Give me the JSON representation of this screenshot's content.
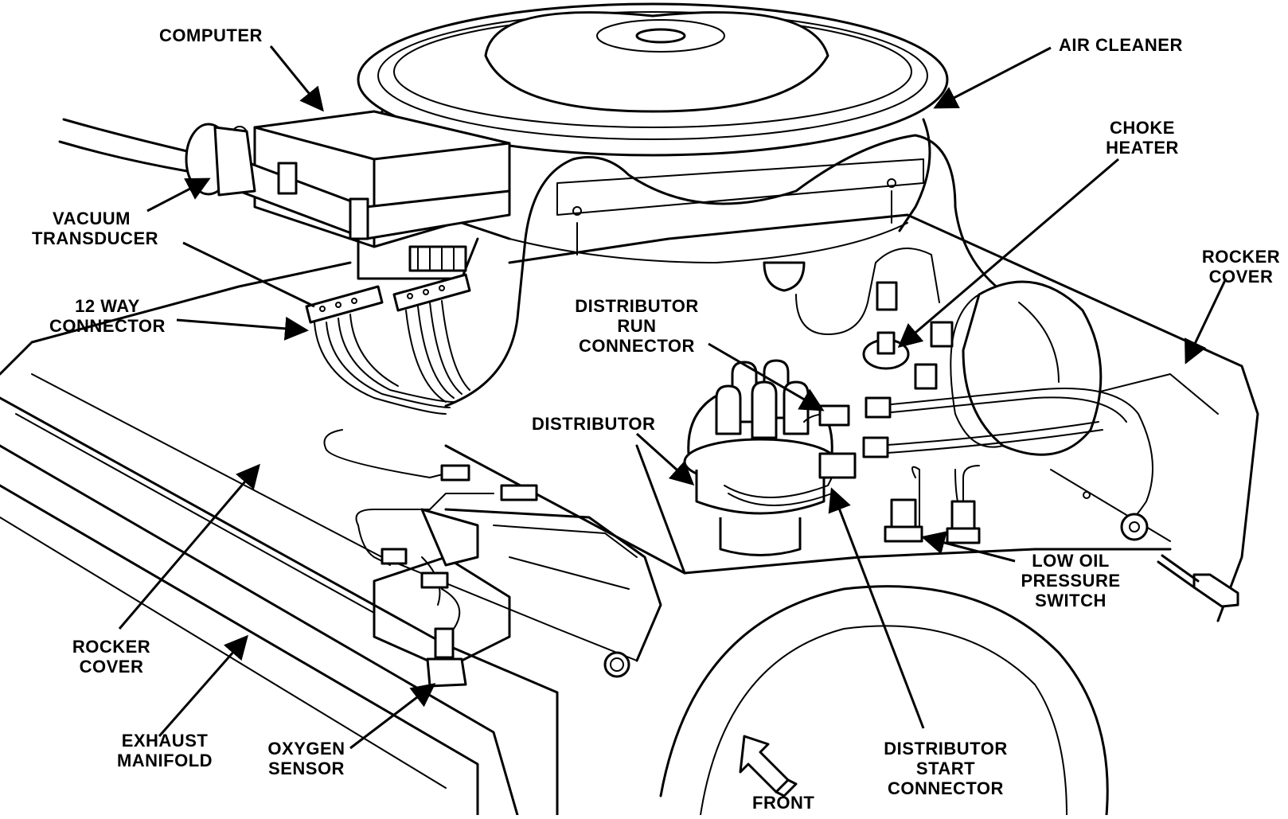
{
  "labels": {
    "computer": "COMPUTER",
    "air_cleaner": "AIR CLEANER",
    "choke_heater": [
      "CHOKE",
      "HEATER"
    ],
    "vacuum_transducer": [
      "VACUUM",
      "TRANSDUCER"
    ],
    "rocker_cover_right": [
      "ROCKER",
      "COVER"
    ],
    "twelve_way_connector": [
      "12 WAY",
      "CONNECTOR"
    ],
    "distributor_run_connector": [
      "DISTRIBUTOR",
      "RUN",
      "CONNECTOR"
    ],
    "distributor": "DISTRIBUTOR",
    "low_oil_pressure_switch": [
      "LOW OIL",
      "PRESSURE",
      "SWITCH"
    ],
    "rocker_cover_left": [
      "ROCKER",
      "COVER"
    ],
    "exhaust_manifold": [
      "EXHAUST",
      "MANIFOLD"
    ],
    "oxygen_sensor": [
      "OXYGEN",
      "SENSOR"
    ],
    "distributor_start_connector": [
      "DISTRIBUTOR",
      "START",
      "CONNECTOR"
    ],
    "front": "FRONT"
  },
  "colors": {
    "ink": "#000000",
    "paper": "#ffffff"
  }
}
